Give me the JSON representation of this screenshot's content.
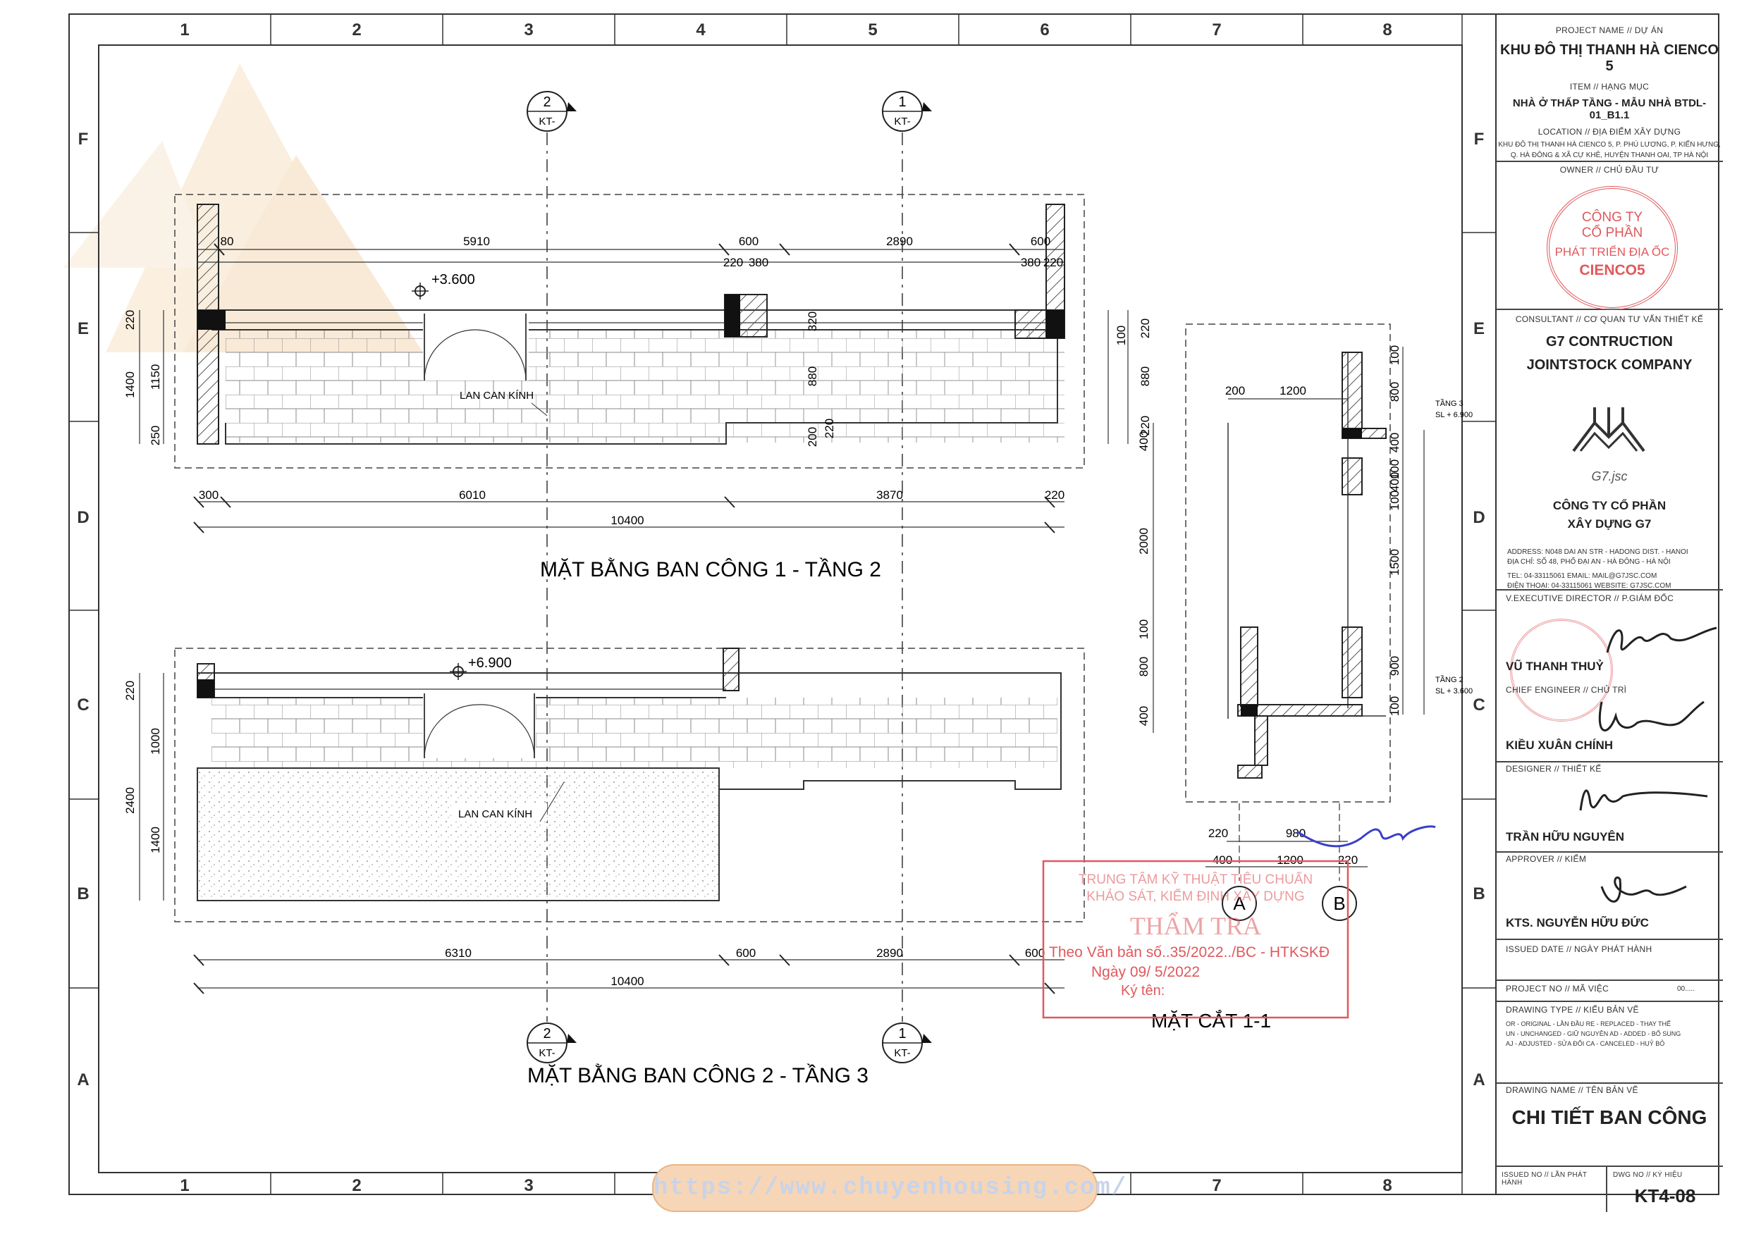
{
  "grid": {
    "columns": [
      "1",
      "2",
      "3",
      "4",
      "5",
      "6",
      "7",
      "8"
    ],
    "rows": [
      "F",
      "E",
      "D",
      "C",
      "B",
      "A"
    ]
  },
  "plan1": {
    "title": "MẶT BẰNG BAN CÔNG 1 - TẦNG 2",
    "level": "+3.600",
    "railing_label": "LAN CAN  KÍNH",
    "dims_top": [
      "80",
      "5910",
      "600",
      "2890",
      "600"
    ],
    "dims_top_sub": [
      "220",
      "380",
      "380",
      "220"
    ],
    "dims_bottom": [
      "300",
      "6010",
      "3870",
      "220"
    ],
    "total": "10400",
    "dims_left": [
      "220",
      "1400",
      "1150",
      "250"
    ],
    "dims_inner": [
      "320",
      "880",
      "200",
      "220"
    ],
    "dims_right": [
      "100",
      "220",
      "880",
      "220"
    ]
  },
  "plan2": {
    "title": "MẶT BẰNG BAN CÔNG 2 - TẦNG 3",
    "level": "+6.900",
    "railing_label": "LAN CAN  KÍNH",
    "dims_bottom": [
      "6310",
      "600",
      "2890",
      "600"
    ],
    "total": "10400",
    "dims_left": [
      "220",
      "2400",
      "1000",
      "1400"
    ]
  },
  "section": {
    "title": "MẶT CẮT 1-1",
    "dims_top": [
      "200",
      "1200"
    ],
    "dims_left": [
      "400",
      "2000",
      "100",
      "800",
      "400"
    ],
    "dims_right": [
      "100",
      "800",
      "400",
      "100",
      "400",
      "100",
      "1500",
      "900",
      "100"
    ],
    "dims_bottom1": [
      "220",
      "980"
    ],
    "dims_bottom2": [
      "400",
      "1200",
      "220"
    ],
    "grid_a": "A",
    "grid_b": "B",
    "tang3": "TẦNG 3",
    "tang3_level": "SL + 6.900",
    "tang2": "TẦNG 2",
    "tang2_level": "SL + 3.600"
  },
  "callouts": {
    "c2": "2",
    "c1": "1",
    "kt": "KT-"
  },
  "approval_stamp": {
    "line1": "TRUNG TÂM KỸ THUẬT TIÊU CHUẨN",
    "line2": "KHẢO SÁT, KIỂM ĐỊNH XÂY DỰNG",
    "title": "THẨM TRA",
    "doc": "Theo Văn bản số..35/2022../BC - HTKSKĐ",
    "date": "Ngày  09/ 5/2022",
    "sign": "Ký tên:"
  },
  "title_block": {
    "project_label": "PROJECT NAME // DỰ ÁN",
    "project": "KHU ĐÔ THỊ THANH HÀ CIENCO 5",
    "item_label": "ITEM // HẠNG MỤC",
    "item": "NHÀ Ở THẤP TẦNG - MẪU NHÀ BTDL-01_B1.1",
    "location_label": "LOCATION // ĐỊA ĐIỂM XÂY DỰNG",
    "location1": "KHU ĐÔ THỊ THANH HÀ CIENCO 5, P. PHÚ LƯƠNG, P. KIẾN HƯNG,",
    "location2": "Q. HÀ ĐÔNG & XÃ CỰ KHÊ, HUYỆN THANH OAI, TP HÀ NỘI",
    "owner_label": "OWNER // CHỦ ĐẦU TƯ",
    "owner_stamp": [
      "CÔNG TY",
      "CỔ PHẦN",
      "PHÁT TRIỂN ĐỊA ỐC",
      "CIENCO5"
    ],
    "consultant_label": "CONSULTANT // CƠ QUAN TƯ VẤN THIẾT KẾ",
    "consultant1": "G7 CONTRUCTION",
    "consultant2": "JOINTSTOCK COMPANY",
    "logo_text": "G7.jsc",
    "company1": "CÔNG TY CỔ PHẦN",
    "company2": "XÂY DỰNG G7",
    "address": "ADDRESS:    N048 DAI AN STR - HADONG DIST. - HANOI",
    "diachi": "ĐỊA CHỈ:      SỐ 48, PHỐ ĐẠI AN - HÀ ĐÔNG - HÀ NỘI",
    "tel": "TEL:             04-33115061         EMAIL: MAIL@G7JSC.COM",
    "dienthoai": "ĐIỆN THOẠI: 04-33115061         WEBSITE:  G7JSC.COM",
    "exec_label": "V.EXECUTIVE DIRECTOR // P.GIÁM ĐỐC",
    "exec_name": "VŨ THANH THUỶ",
    "chief_label": "CHIEF ENGINEER // CHỦ TRÌ",
    "chief_name": "KIỀU XUÂN CHÍNH",
    "designer_label": "DESIGNER // THIẾT KẾ",
    "designer_name": "TRẦN HỮU NGUYÊN",
    "approver_label": "APPROVER // KIỂM",
    "approver_name": "KTS. NGUYỄN HỮU ĐỨC",
    "issued_label": "ISSUED DATE // NGÀY PHÁT HÀNH",
    "project_no_label": "PROJECT NO // MÃ VIỆC",
    "project_no": "00.....",
    "dtype_label": "DRAWING TYPE // KIỂU BẢN VẼ",
    "dtype1": "OR - ORIGINAL  - LẦN ĐẦU        RE - REPLACED - THAY THẾ",
    "dtype2": "UN - UNCHANGED - GIỮ NGUYÊN   AD - ADDED  - BỔ SUNG",
    "dtype3": "AJ - ADJUSTED  - SỬA ĐỔI         CA - CANCELED - HUỶ BỎ",
    "dname_label": "DRAWING NAME // TÊN BẢN VẼ",
    "dname": "CHI TIẾT BAN CÔNG",
    "issue_no_label": "ISSUED NO // LẦN PHÁT HÀNH",
    "dwg_no_label": "DWG NO // KÝ HIỆU",
    "dwg_no": "KT4-08"
  },
  "watermark_url": "https://www.chuyenhousing.com/",
  "colors": {
    "line": "#3a3a3a",
    "hatch": "#555555",
    "stamp_red": "#e0585c",
    "sign_blue": "#3a3fc8",
    "logo_orange": "#f3d2a6"
  }
}
